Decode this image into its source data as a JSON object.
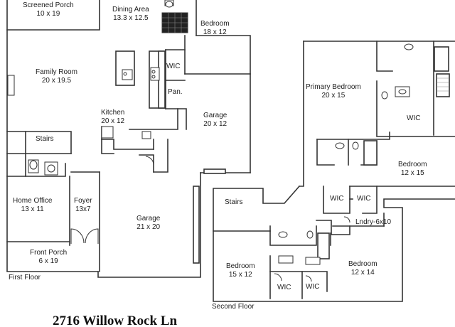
{
  "rooms": {
    "screened_porch": {
      "name": "Screened Porch",
      "dim": "10 x 19"
    },
    "dining_area": {
      "name": "Dining Area",
      "dim": "13.3 x 12.5"
    },
    "bedroom_1f": {
      "name": "Bedroom",
      "dim": "18 x 12"
    },
    "family_room": {
      "name": "Family Room",
      "dim": "20 x 19.5"
    },
    "wic_kitchen": {
      "name": "WIC"
    },
    "pantry": {
      "name": "Pan."
    },
    "kitchen": {
      "name": "Kitchen",
      "dim": "20 x 12"
    },
    "garage_1": {
      "name": "Garage",
      "dim": "20 x 12"
    },
    "stairs_1f": {
      "name": "Stairs"
    },
    "home_office": {
      "name": "Home Office",
      "dim": "13 x 11"
    },
    "foyer": {
      "name": "Foyer",
      "dim": "13x7"
    },
    "garage_2": {
      "name": "Garage",
      "dim": "21 x 20"
    },
    "front_porch": {
      "name": "Front Porch",
      "dim": "6 x 19"
    },
    "primary_bedroom": {
      "name": "Primary Bedroom",
      "dim": "20 x 15"
    },
    "wic_primary": {
      "name": "WIC"
    },
    "bedroom_2f_a": {
      "name": "Bedroom",
      "dim": "12 x 15"
    },
    "wic_2f_a": {
      "name": "WIC"
    },
    "wic_2f_b": {
      "name": "WIC"
    },
    "stairs_2f": {
      "name": "Stairs"
    },
    "laundry": {
      "name": "Lndry-6x10"
    },
    "bedroom_2f_b": {
      "name": "Bedroom",
      "dim": "15 x 12"
    },
    "bedroom_2f_c": {
      "name": "Bedroom",
      "dim": "12 x 14"
    },
    "wic_2f_c": {
      "name": "WIC"
    },
    "wic_2f_d": {
      "name": "WIC"
    }
  },
  "floors": {
    "first": "First Floor",
    "second": "Second Floor"
  },
  "address": "2716 Willow Rock Ln"
}
